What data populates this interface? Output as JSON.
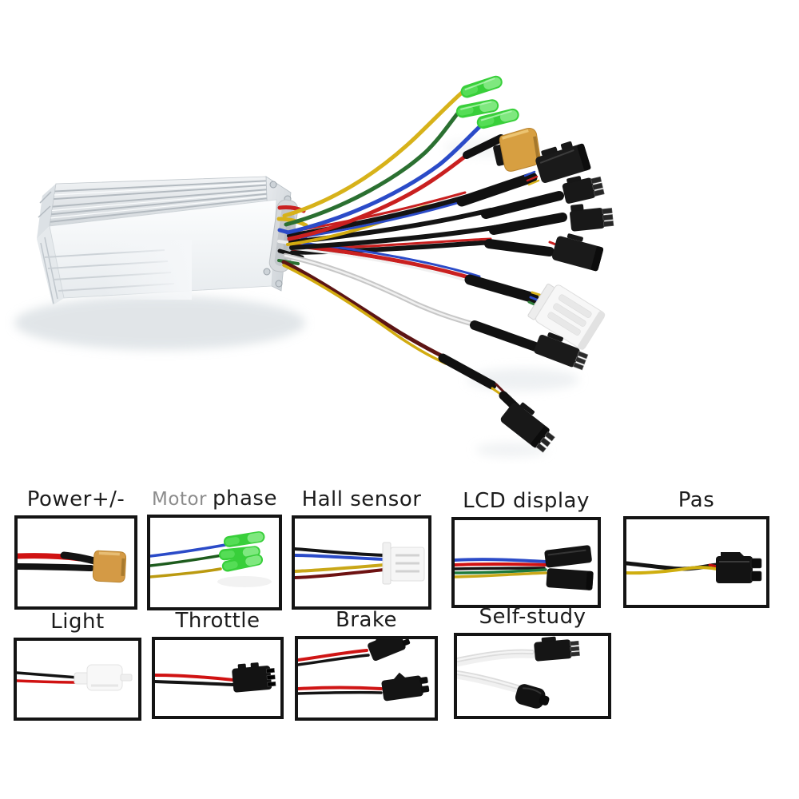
{
  "photo": {
    "subject": "aluminium e-bike brushless motor controller with multi-connector wiring harness",
    "controller_color": "#e9edf0",
    "harness_wire_colors": [
      "#c21d1d",
      "#111111",
      "#2b4bc8",
      "#2b7031",
      "#d7b21a",
      "#5c1414",
      "#f0f0f0"
    ],
    "connector_names": [
      "bullet-connectors-green",
      "xt60-power-connector",
      "sm-connectors-black",
      "multi-pin-connector-white"
    ]
  },
  "palette": {
    "background": "#ffffff",
    "frame_border": "#141414",
    "label_text": "#1c1c1c",
    "label_muted": "#8b8b8b",
    "bullet_green": "#38cf3a",
    "xt60_amber": "#d79f41",
    "connector_black": "#161616",
    "connector_white": "#f6f6f6",
    "wire_red": "#c92020",
    "wire_black": "#141414",
    "wire_blue": "#2b4bc8",
    "wire_green": "#2b7031",
    "wire_yellow": "#d7b21a"
  },
  "sections": [
    {
      "id": "power",
      "label": "Power+/-",
      "connector": "xt60-power-connector",
      "wire_colors": [
        "#c92020",
        "#141414"
      ]
    },
    {
      "id": "motor-phase",
      "label_prefix": "Motor",
      "label": "phase",
      "connector": "bullet-connectors-green",
      "wire_colors": [
        "#2b4bc8",
        "#1e5c1e",
        "#bb9a10"
      ]
    },
    {
      "id": "hall-sensor",
      "label": "Hall sensor",
      "connector": "multi-pin-connector-white",
      "wire_colors": [
        "#141414",
        "#2b4bc8",
        "#d7b21a",
        "#6e1212"
      ]
    },
    {
      "id": "lcd-display",
      "label": "LCD display",
      "connector": "sm-connector-pair-black",
      "wire_colors": [
        "#2b4bc8",
        "#c92020",
        "#141414",
        "#1e7a3c",
        "#d7b21a"
      ]
    },
    {
      "id": "pas",
      "label": "Pas",
      "connector": "sm-connector-black",
      "wire_colors": [
        "#141414",
        "#d2ab10"
      ]
    },
    {
      "id": "light",
      "label": "Light",
      "connector": "two-pin-connector-white",
      "wire_colors": [
        "#141414",
        "#c92020"
      ]
    },
    {
      "id": "throttle",
      "label": "Throttle",
      "connector": "sm-connector-black",
      "wire_colors": [
        "#c92020",
        "#141414"
      ]
    },
    {
      "id": "brake",
      "label": "Brake",
      "connector": "sm-connectors-black-x2",
      "wire_colors": [
        "#c92020",
        "#141414"
      ]
    },
    {
      "id": "self-study",
      "label": "Self-study",
      "connector": "sm-connectors-black-x2",
      "wire_colors": [
        "#e7e7e7"
      ]
    }
  ]
}
